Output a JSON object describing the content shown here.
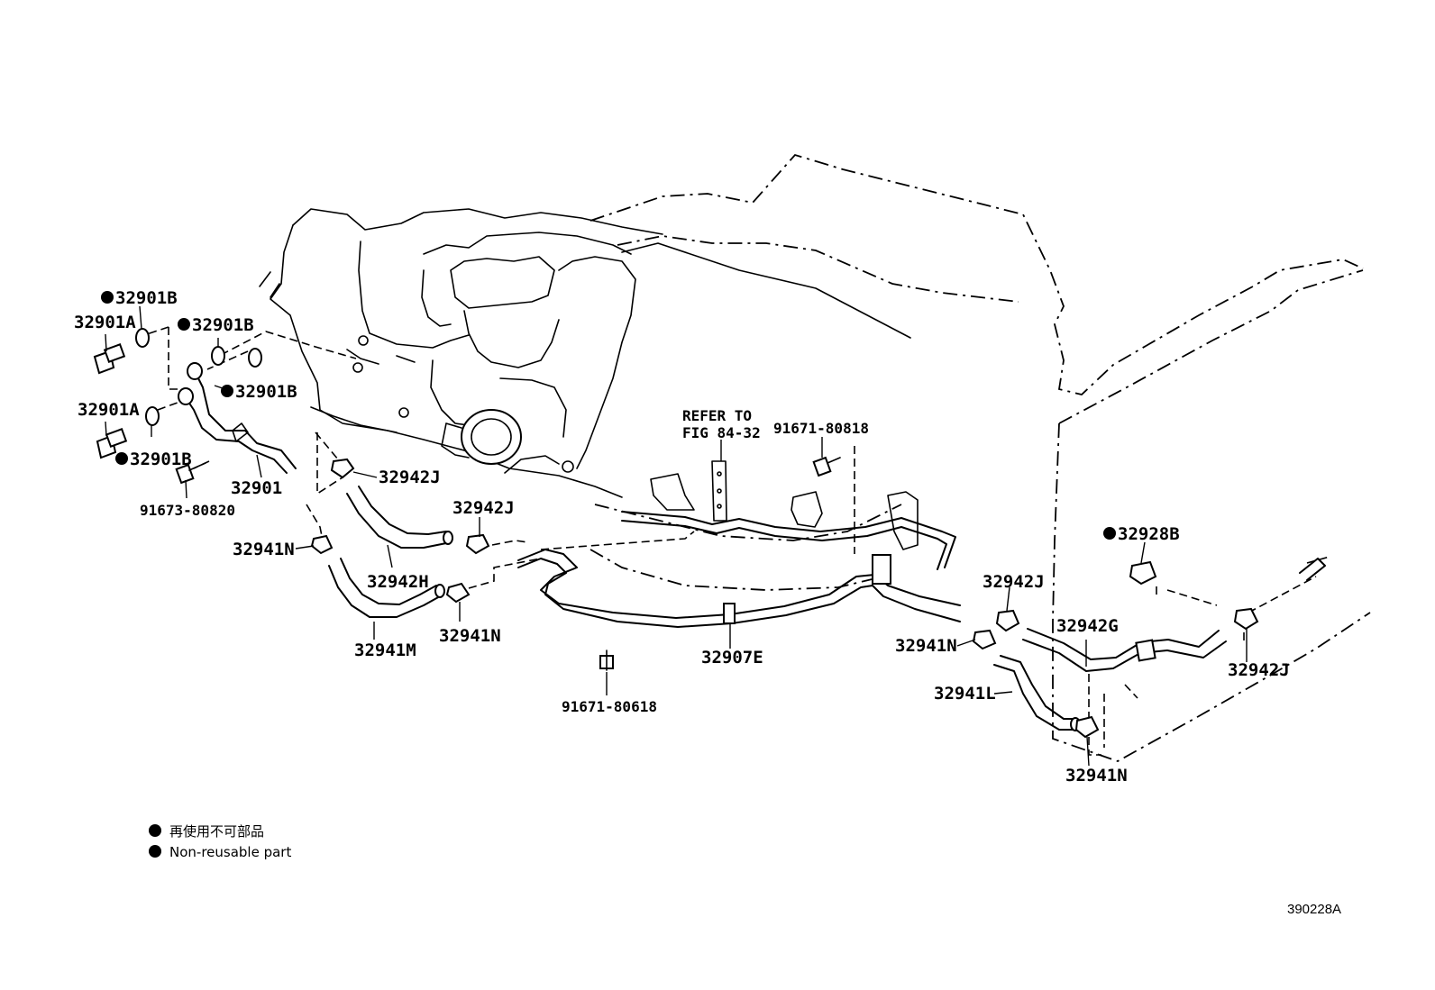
{
  "labels": {
    "b_32901B_1": "32901B",
    "b_32901A_1": "32901A",
    "b_32901B_2": "32901B",
    "b_32901B_3": "32901B",
    "b_32901A_2": "32901A",
    "b_32901B_4": "32901B",
    "b_32901": "32901",
    "b_91673": "91673-80820",
    "b_32942J_1": "32942J",
    "b_32942J_2": "32942J",
    "b_32941N_1": "32941N",
    "b_32942H": "32942H",
    "b_32941N_2": "32941N",
    "b_32941M": "32941M",
    "refer_1": "REFER TO",
    "refer_2": "FIG 84-32",
    "b_91671_818": "91671-80818",
    "b_32907E": "32907E",
    "b_91671_618": "91671-80618",
    "b_32942J_3": "32942J",
    "b_32941N_3": "32941N",
    "b_32941L": "32941L",
    "b_32942G": "32942G",
    "b_32928B": "32928B",
    "b_32942J_4": "32942J",
    "b_32941N_4": "32941N"
  },
  "legend": {
    "line1": "再使用不可部品",
    "line2": "Non-reusable part"
  },
  "figure_id": "390228A",
  "colors": {
    "ink": "#000000",
    "paper": "#ffffff"
  }
}
